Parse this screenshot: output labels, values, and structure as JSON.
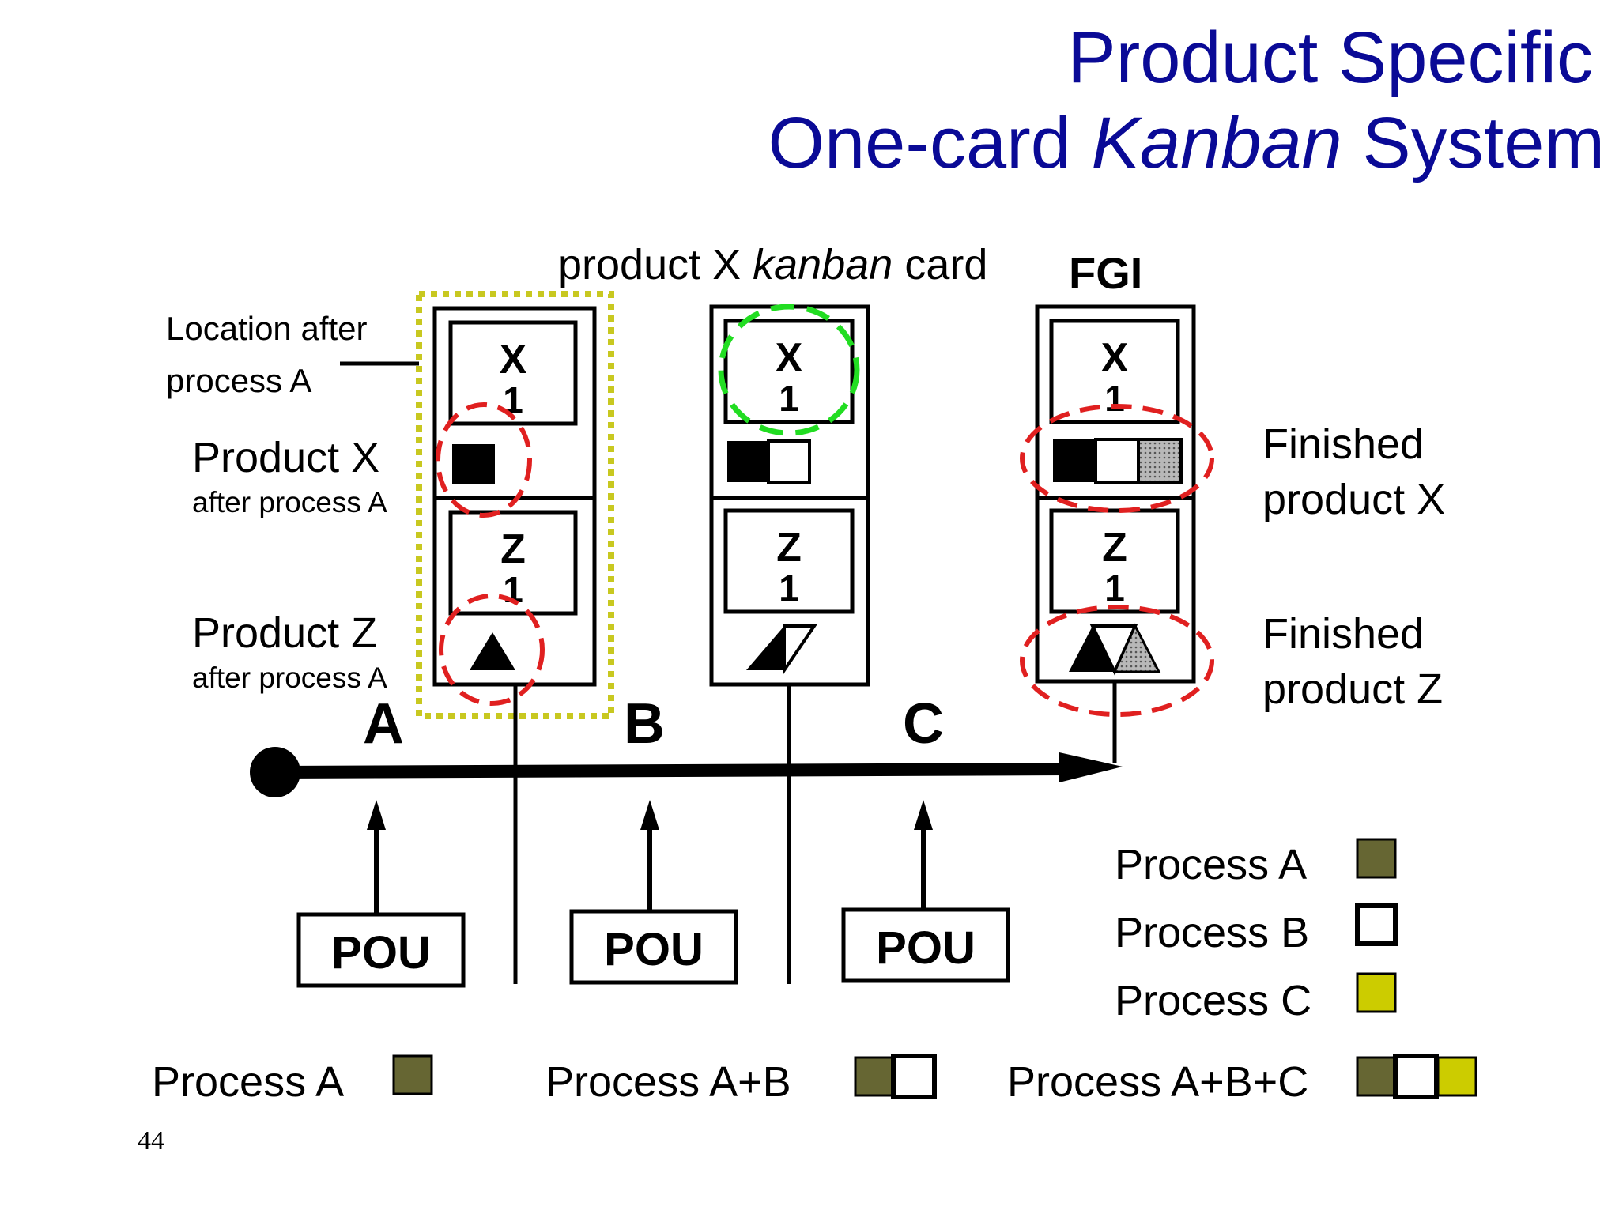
{
  "title": {
    "line1": "Product Specific",
    "line2_prefix": "One-card ",
    "line2_italic": "Kanban",
    "line2_suffix": " System"
  },
  "card_label": {
    "prefix": "product X ",
    "italic": "kanban",
    "suffix": " card"
  },
  "fgi_label": "FGI",
  "left_labels": {
    "location_line1": "Location after",
    "location_line2": "process A",
    "product_x": "Product X",
    "product_x_sub": "after process A",
    "product_z": "Product Z",
    "product_z_sub": "after process A"
  },
  "right_labels": {
    "finished_x_line1": "Finished",
    "finished_x_line2": "product X",
    "finished_z_line1": "Finished",
    "finished_z_line2": "product Z"
  },
  "stations": [
    "A",
    "B",
    "C"
  ],
  "kanban_cards": {
    "x_letter": "X",
    "x_count": "1",
    "z_letter": "Z",
    "z_count": "1"
  },
  "pou_labels": [
    "POU",
    "POU",
    "POU"
  ],
  "legend": {
    "process_a": "Process A",
    "process_b": "Process B",
    "process_c": "Process C"
  },
  "bottom_legend": {
    "a": "Process A",
    "ab": "Process A+B",
    "abc": "Process A+B+C"
  },
  "colors": {
    "process_a": "#666633",
    "process_b": "#ffffff",
    "process_c": "#cccc00",
    "title": "#0a0a96",
    "red_highlight": "#e02020",
    "green_highlight": "#22dd22",
    "yellow_highlight": "#c8c820"
  },
  "page_number": "44"
}
